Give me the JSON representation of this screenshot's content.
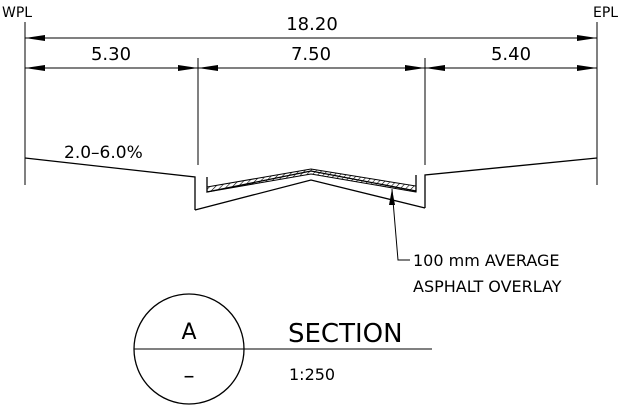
{
  "dimensions": {
    "left_label": "WPL",
    "right_label": "EPL",
    "overall": "18.20",
    "left_segment": "5.30",
    "middle_segment": "7.50",
    "right_segment": "5.40"
  },
  "slope_label": "2.0–6.0%",
  "callout": {
    "line1": "100  mm  AVERAGE",
    "line2": "ASPHALT  OVERLAY"
  },
  "section_marker": {
    "letter": "A",
    "sheet": "–",
    "title": "SECTION",
    "scale": "1:250"
  }
}
